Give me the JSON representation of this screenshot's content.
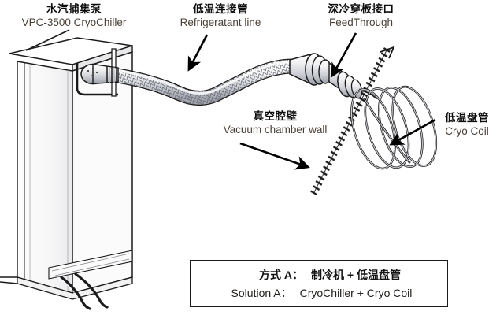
{
  "diagram": {
    "title_cn": "方式 A：",
    "labels": {
      "chiller": {
        "cn": "水汽捕集泵",
        "en": "VPC-3500 CryoChiller"
      },
      "refrigerant": {
        "cn": "低温连接管",
        "en": "Refrigeratant line"
      },
      "feedthrough": {
        "cn": "深冷穿板接口",
        "en": "FeedThrough"
      },
      "chamber": {
        "cn": "真空腔壁",
        "en": "Vacuum chamber wall"
      },
      "coil": {
        "cn": "低温盘管",
        "en": "Cryo Coil"
      }
    },
    "caption": {
      "cn_key": "方式 A：",
      "cn_value": "制冷机 + 低温盘管",
      "en_key": "Solution A：",
      "en_value": "CryoChiller + Cryo Coil"
    },
    "icons": {
      "arrow_refrigerant": "arrow-down-left-icon",
      "arrow_feedthrough": "arrow-down-icon",
      "arrow_chamber": "arrow-down-right-icon",
      "arrow_coil": "arrow-left-icon",
      "leader_chiller": "leader-line-icon"
    },
    "colors": {
      "ink": "#1b1b1b",
      "cn_text": "#0d0d0d",
      "en_text": "#4a4038",
      "metal_light": "#f2f2f4",
      "metal_mid": "#c9cbd2",
      "metal_dark": "#8f929b",
      "background": "#ffffff"
    }
  }
}
